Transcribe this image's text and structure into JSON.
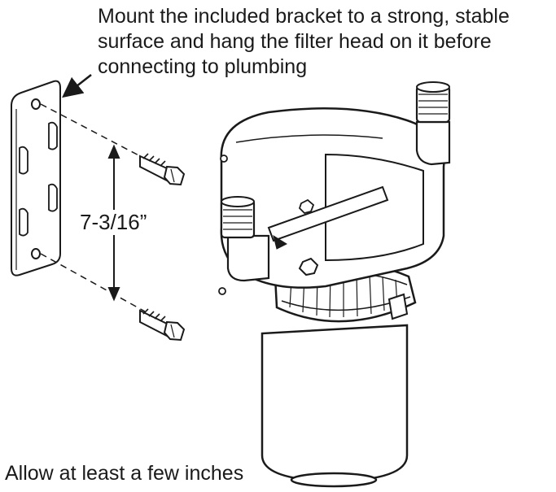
{
  "instructions": {
    "top_lines": [
      "Mount the included bracket to a strong, stable",
      "surface and hang the filter head on it before",
      "connecting to plumbing"
    ],
    "bottom": "Allow at least a few inches"
  },
  "dimension": {
    "label": "7-3/16”"
  },
  "icons": {
    "bracket": "mounting-bracket-icon",
    "screw": "wood-screw-icon",
    "filter": "water-filter-housing-icon"
  },
  "colors": {
    "line": "#1a1a1a",
    "fill": "#ffffff"
  }
}
